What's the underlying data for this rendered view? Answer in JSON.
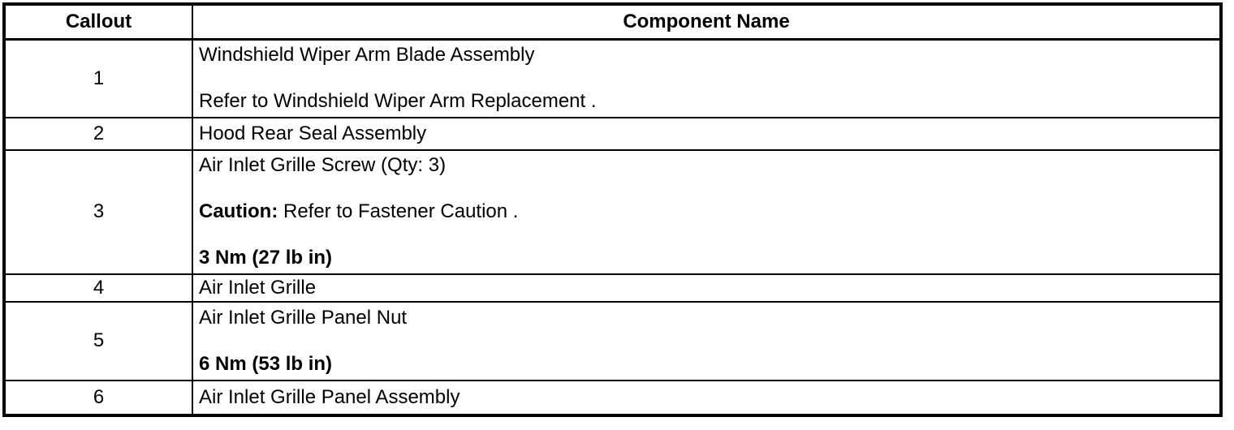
{
  "colors": {
    "background": "#ffffff",
    "border": "#000000",
    "text": "#000000"
  },
  "table": {
    "columns": [
      {
        "label": "Callout"
      },
      {
        "label": "Component Name"
      }
    ],
    "rows": [
      {
        "callout": "1",
        "lines": [
          [
            {
              "text": "Windshield Wiper Arm Blade Assembly",
              "bold": false
            }
          ],
          [
            {
              "text": "Refer to Windshield Wiper Arm Replacement .",
              "bold": false
            }
          ]
        ]
      },
      {
        "callout": "2",
        "lines": [
          [
            {
              "text": "Hood Rear Seal Assembly",
              "bold": false
            }
          ]
        ]
      },
      {
        "callout": "3",
        "lines": [
          [
            {
              "text": "Air Inlet Grille Screw (Qty: 3)",
              "bold": false
            }
          ],
          [
            {
              "text": "Caution:",
              "bold": true
            },
            {
              "text": " Refer to Fastener Caution .",
              "bold": false
            }
          ],
          [
            {
              "text": "3 Nm (27 lb in)",
              "bold": true
            }
          ]
        ]
      },
      {
        "callout": "4",
        "lines": [
          [
            {
              "text": "Air Inlet Grille",
              "bold": false
            }
          ]
        ]
      },
      {
        "callout": "5",
        "lines": [
          [
            {
              "text": "Air Inlet Grille Panel Nut",
              "bold": false
            }
          ],
          [
            {
              "text": "6 Nm (53 lb in)",
              "bold": true
            }
          ]
        ]
      },
      {
        "callout": "6",
        "lines": [
          [
            {
              "text": "Air Inlet Grille Panel Assembly",
              "bold": false
            }
          ]
        ]
      }
    ]
  }
}
